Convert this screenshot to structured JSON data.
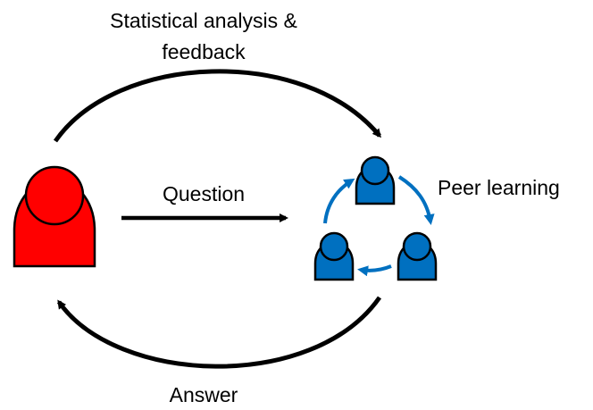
{
  "labels": {
    "feedback_line1": "Statistical analysis &",
    "feedback_line2": "feedback",
    "question": "Question",
    "peer_learning": "Peer learning",
    "answer": "Answer"
  },
  "colors": {
    "instructor": "#ff0000",
    "students": "#0070c0",
    "peer_arrows": "#0070c0",
    "main_arrows": "#000000",
    "outline": "#000000"
  },
  "icons": {
    "instructor": "person-icon",
    "student": "person-icon"
  }
}
